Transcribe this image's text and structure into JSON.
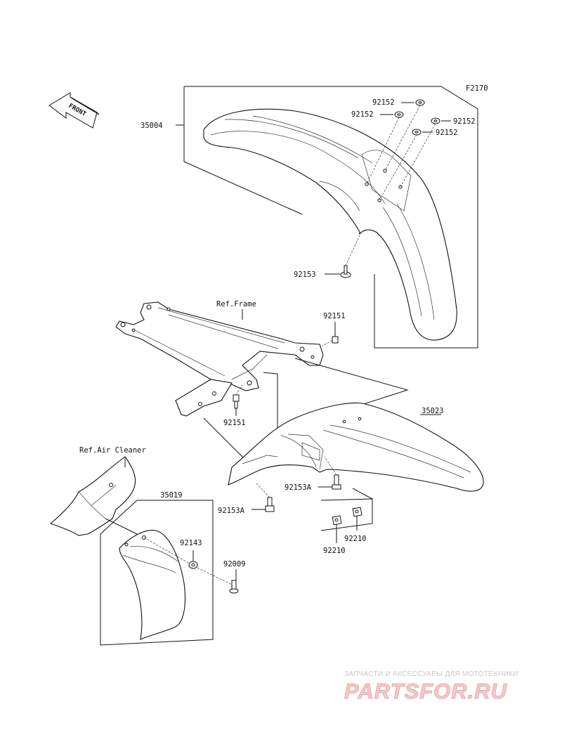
{
  "diagram": {
    "code": "F2170",
    "front_label": "FRONT",
    "refs": {
      "frame": "Ref.Frame",
      "air_cleaner": "Ref.Air Cleaner"
    },
    "parts": {
      "front_fender": "35004",
      "rear_fender": "35023",
      "mud_guard": "35019",
      "grommet_1": "92152",
      "grommet_2": "92152",
      "grommet_3": "92152",
      "grommet_4": "92152",
      "bolt_front": "92153",
      "bolt_frame_1": "92151",
      "bolt_frame_2": "92151",
      "bolt_rear_1": "92153A",
      "bolt_rear_2": "92153A",
      "nut_1": "92210",
      "nut_2": "92210",
      "washer": "92143",
      "screw": "92009"
    }
  },
  "watermark": {
    "tagline": "ЗАПЧАСТИ И АКСЕССУАРЫ ДЛЯ МОТОТЕХНИКИ",
    "brand": "PARTSFOR.RU"
  }
}
